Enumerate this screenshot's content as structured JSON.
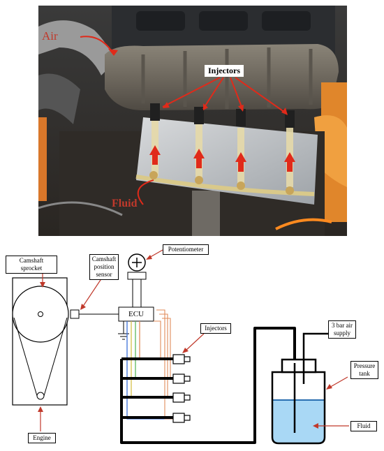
{
  "photo": {
    "air_label": "Air",
    "injectors_label": "Injectors",
    "fluid_label": "Fluid"
  },
  "diagram": {
    "camshaft_sprocket": "Camshaft sprocket",
    "camshaft_position_sensor": "Camshaft position sensor",
    "potentiometer": "Potentiometer",
    "ecu": "ECU",
    "injectors": "Injectors",
    "air_supply": "3 bar air supply",
    "pressure_tank": "Pressure tank",
    "fluid": "Fluid",
    "engine": "Engine"
  },
  "colors": {
    "annotation_red": "#c0392b",
    "fluid_blue": "#a9d8f5",
    "wire_green": "#5cb85c",
    "wire_blue": "#3b6fd8",
    "wire_orange": "#e08b5a",
    "wire_yellow": "#d6c14b"
  }
}
